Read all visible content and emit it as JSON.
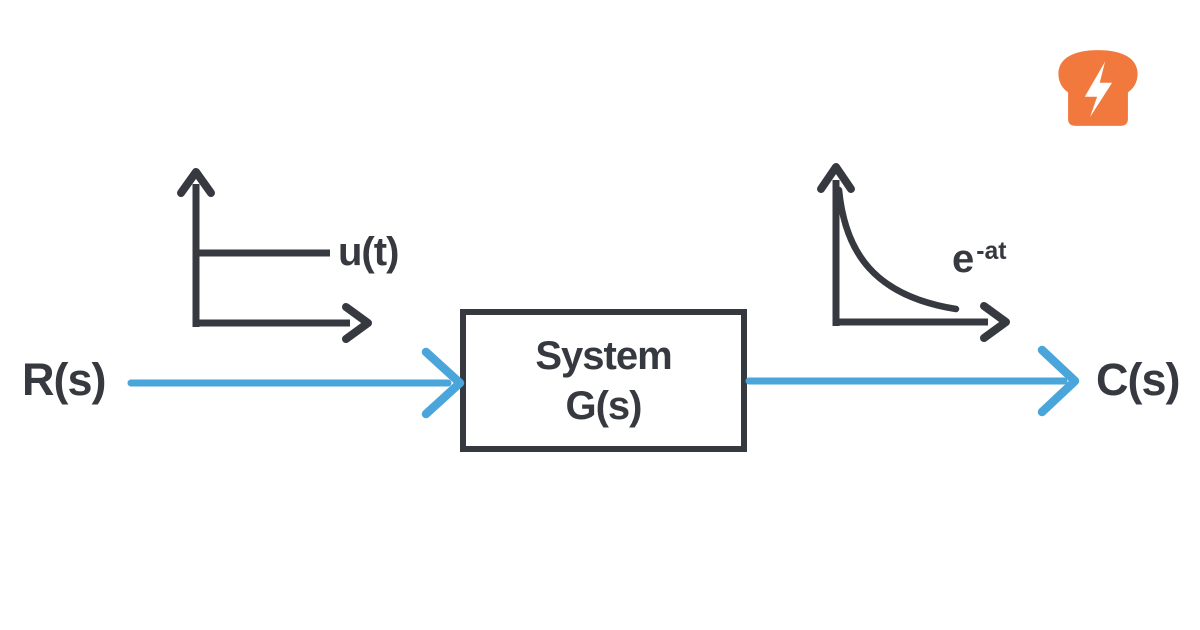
{
  "colors": {
    "ink": "#36393F",
    "arrow_blue": "#4AA5DB",
    "logo_orange": "#F2793E",
    "background": "#FFFFFF"
  },
  "block_diagram": {
    "input_label": "R(s)",
    "output_label": "C(s)",
    "system_block": {
      "line1": "System",
      "line2": "G(s)"
    },
    "input_graph": {
      "label": "u(t)",
      "shape": "unit-step"
    },
    "output_graph": {
      "label_base": "e",
      "label_exponent": "-at",
      "shape": "exponential-decay"
    }
  },
  "logo": {
    "icon": "toast-lightning-icon"
  }
}
